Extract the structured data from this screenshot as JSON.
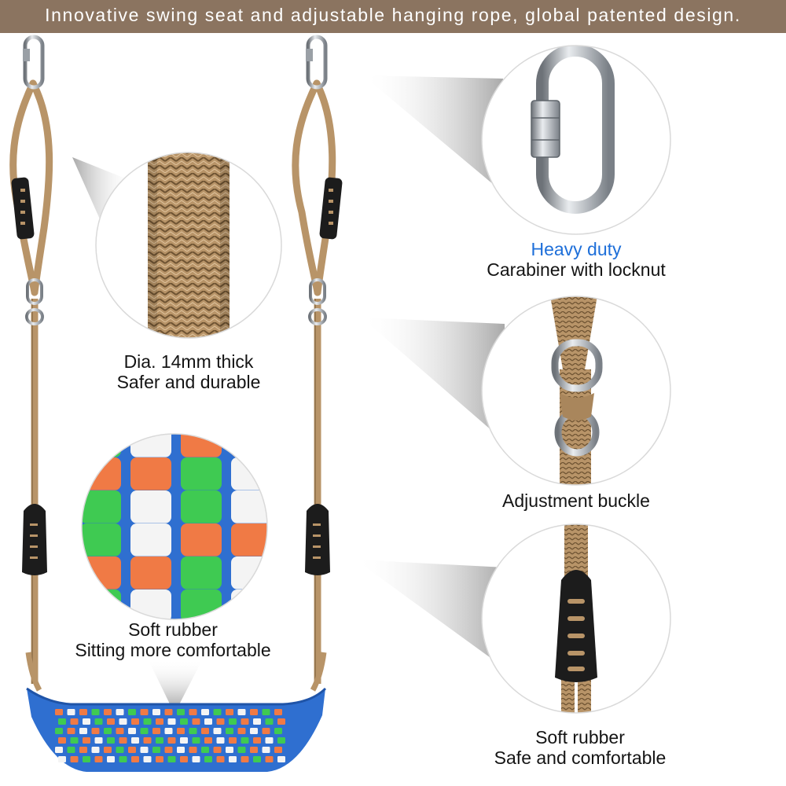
{
  "banner": {
    "text": "Innovative swing seat and adjustable hanging rope, global patented design.",
    "background": "#8b7460"
  },
  "colors": {
    "rope": "#b89468",
    "rope_dark": "#8e6e48",
    "seat_blue": "#2f6fd0",
    "tile_orange": "#f07a45",
    "tile_green": "#3fca52",
    "tile_white": "#f4f4f4",
    "sleeve": "#1c1c1c",
    "metal": "#b7bcc2",
    "accent": "#1e6fd9"
  },
  "captions": {
    "rope": {
      "line1": "Dia. 14mm thick",
      "line2": "Safer and durable"
    },
    "carabiner": {
      "highlight": "Heavy duty",
      "line1": "Carabiner with locknut"
    },
    "seat": {
      "line1": "Soft rubber",
      "line2": "Sitting more comfortable"
    },
    "buckle": {
      "line1": "Adjustment buckle"
    },
    "sleeve": {
      "line1": "Soft rubber",
      "line2": "Safe and comfortable"
    }
  },
  "icons": [
    "carabiner-icon",
    "rope-weave-icon",
    "buckle-icon",
    "sleeve-icon",
    "seat-tiles-icon"
  ]
}
